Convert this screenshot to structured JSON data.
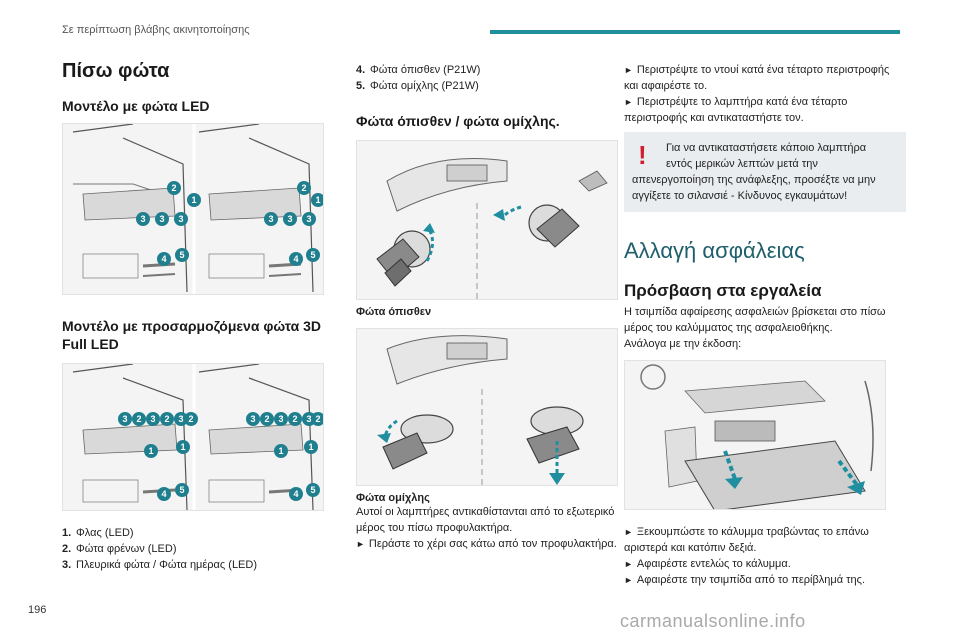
{
  "header": {
    "section": "Σε περίπτωση βλάβης ακινητοποίησης",
    "page": "196"
  },
  "watermark": "carmanualsonline.info",
  "col1": {
    "title": "Πίσω φώτα",
    "led_heading": "Μοντέλο με φώτα LED",
    "full_led_heading_l1": "Μοντέλο με προσαρμοζόμενα φώτα 3D",
    "full_led_heading_l2": "Full LED",
    "fig1_left": {
      "b2": "2",
      "b1": "1",
      "b3a": "3",
      "b3b": "3",
      "b3c": "3",
      "b4": "4",
      "b5": "5"
    },
    "fig2_left": {
      "t1": "3",
      "t2": "2",
      "t3": "3",
      "t4": "2",
      "t5": "3",
      "t6": "2",
      "b1a": "1",
      "b1b": "1",
      "b4": "4",
      "b5": "5"
    },
    "list": [
      {
        "n": "1.",
        "t": "Φλας (LED)"
      },
      {
        "n": "2.",
        "t": "Φώτα φρένων (LED)"
      },
      {
        "n": "3.",
        "t": "Πλευρικά φώτα / Φώτα ημέρας (LED)"
      }
    ]
  },
  "col2": {
    "list": [
      {
        "n": "4.",
        "t": "Φώτα όπισθεν (P21W)"
      },
      {
        "n": "5.",
        "t": "Φώτα ομίχλης (P21W)"
      }
    ],
    "heading": "Φώτα όπισθεν / φώτα ομίχλης.",
    "cap_reverse": "Φώτα όπισθεν",
    "cap_fog": "Φώτα ομίχλης",
    "para1_l1": "Αυτοί οι λαμπτήρες αντικαθίστανται από το εξωτερικό",
    "para1_l2": "μέρος του πίσω προφυλακτήρα.",
    "step1": "Περάστε το χέρι σας κάτω από τον προφυλακτήρα."
  },
  "col3": {
    "step1_l1": "Περιστρέψτε το ντουί κατά ένα τέταρτο περιστροφής",
    "step1_l2": "και αφαιρέστε το.",
    "step2_l1": "Περιστρέψτε το λαμπτήρα κατά ένα τέταρτο",
    "step2_l2": "περιστροφής και αντικαταστήστε τον.",
    "warn_l1": "Για να αντικαταστήσετε κάποιο λαμπτήρα",
    "warn_l2": "εντός μερικών λεπτών μετά την",
    "warn_l3": "απενεργοποίηση της ανάφλεξης, προσέξτε να μην",
    "warn_l4": "αγγίξετε το σιλανσιέ - Κίνδυνος εγκαυμάτων!",
    "warn_mark": "!",
    "fuse_title": "Αλλαγή ασφάλειας",
    "tools_heading": "Πρόσβαση στα εργαλεία",
    "tools_p_l1": "Η τσιμπίδα αφαίρεσης ασφαλειών βρίσκεται στο πίσω",
    "tools_p_l2": "μέρος του καλύμματος της ασφαλειοθήκης.",
    "tools_p_l3": "Ανάλογα με την έκδοση:",
    "step3_l1": "Ξεκουμπώστε το κάλυμμα τραβώντας το επάνω",
    "step3_l2": "αριστερά και κατόπιν δεξιά.",
    "step4": "Αφαιρέστε εντελώς το κάλυμμα.",
    "step5": "Αφαιρέστε την τσιμπίδα από το περίβλημά της."
  },
  "arrow_glyph": "►",
  "colors": {
    "accent": "#1f8f9e",
    "badge": "#1f7f8e",
    "warning": "#d01f2e",
    "arrow": "#1f8fa0"
  }
}
